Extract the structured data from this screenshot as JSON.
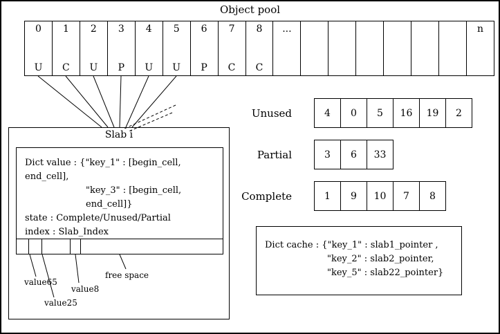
{
  "title": "Object pool",
  "object_pool": {
    "cells": [
      {
        "num": "0",
        "state": "U"
      },
      {
        "num": "1",
        "state": "C"
      },
      {
        "num": "2",
        "state": "U"
      },
      {
        "num": "3",
        "state": "P"
      },
      {
        "num": "4",
        "state": "U"
      },
      {
        "num": "5",
        "state": "U"
      },
      {
        "num": "6",
        "state": "P"
      },
      {
        "num": "7",
        "state": "C"
      },
      {
        "num": "8",
        "state": "C"
      },
      {
        "num": "...",
        "state": ""
      },
      {
        "num": "",
        "state": ""
      },
      {
        "num": "",
        "state": ""
      },
      {
        "num": "",
        "state": ""
      },
      {
        "num": "",
        "state": ""
      },
      {
        "num": "",
        "state": ""
      },
      {
        "num": "",
        "state": ""
      },
      {
        "num": "n",
        "state": ""
      }
    ]
  },
  "slab": {
    "label": "Slab i",
    "dict_value_line1": "Dict value : {\"key_1\" : [begin_cell, end_cell],",
    "dict_value_line2": "\"key_3\" : [begin_cell, end_cell]}",
    "state_line": "state : Complete/Unused/Partial",
    "index_line": "index : Slab_Index",
    "annotations": [
      "value65",
      "value25",
      "value8",
      "free space"
    ]
  },
  "lists": [
    {
      "label": "Unused",
      "values": [
        "4",
        "0",
        "5",
        "16",
        "19",
        "2"
      ]
    },
    {
      "label": "Partial",
      "values": [
        "3",
        "6",
        "33"
      ]
    },
    {
      "label": "Complete",
      "values": [
        "1",
        "9",
        "10",
        "7",
        "8"
      ]
    }
  ],
  "dict_cache": {
    "line1": "Dict cache : {\"key_1\" : slab1_pointer ,",
    "line2": "\"key_2\" : slab2_pointer,",
    "line3": "\"key_5\" : slab22_pointer}"
  }
}
